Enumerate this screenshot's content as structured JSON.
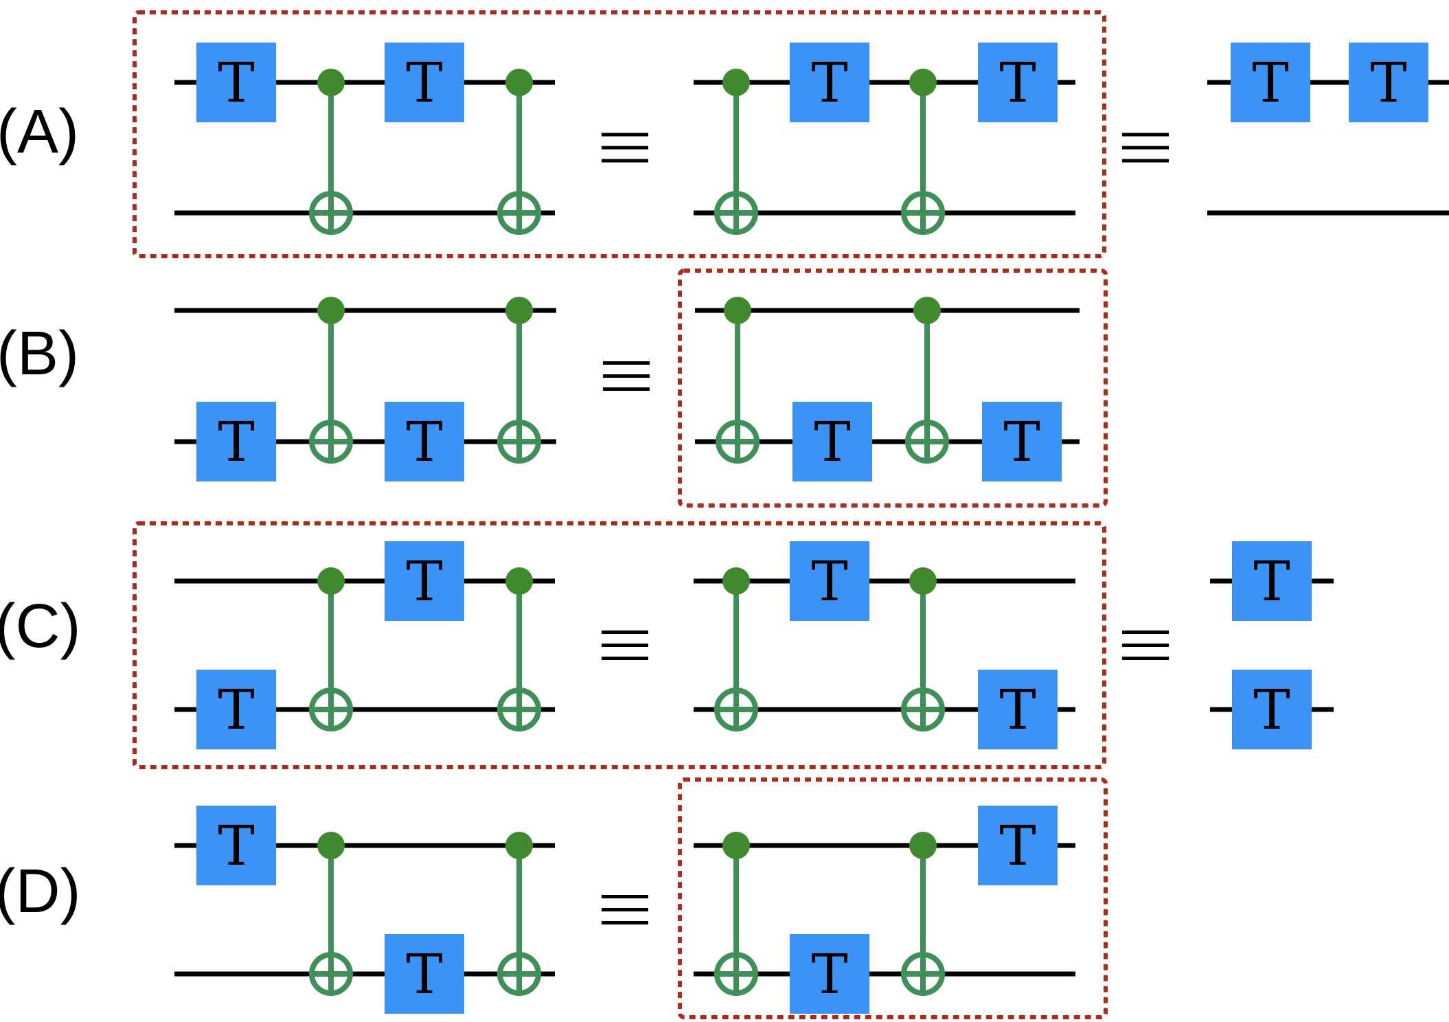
{
  "figure": {
    "wire_color": "#000000",
    "gate_color": "#3b93f5",
    "cnot_color": "#3f9058",
    "control_color": "#3f8a2e",
    "box_color": "#b02a1c",
    "gate_symbol": "T",
    "equiv_symbol": "≡",
    "rows": [
      {
        "label": "(A)",
        "circuits": [
          {
            "ops": [
              {
                "type": "gate",
                "label": "T",
                "wire": 0
              },
              {
                "type": "cnot",
                "control": 0,
                "target": 1
              },
              {
                "type": "gate",
                "label": "T",
                "wire": 0
              },
              {
                "type": "cnot",
                "control": 0,
                "target": 1
              }
            ]
          },
          {
            "ops": [
              {
                "type": "cnot",
                "control": 0,
                "target": 1
              },
              {
                "type": "gate",
                "label": "T",
                "wire": 0
              },
              {
                "type": "cnot",
                "control": 0,
                "target": 1
              },
              {
                "type": "gate",
                "label": "T",
                "wire": 0
              }
            ]
          },
          {
            "ops": [
              {
                "type": "gate",
                "label": "T",
                "wire": 0
              },
              {
                "type": "gate",
                "label": "T",
                "wire": 0
              }
            ]
          }
        ],
        "highlight": "circuits 1-2"
      },
      {
        "label": "(B)",
        "circuits": [
          {
            "ops": [
              {
                "type": "gate",
                "label": "T",
                "wire": 1
              },
              {
                "type": "cnot",
                "control": 0,
                "target": 1
              },
              {
                "type": "gate",
                "label": "T",
                "wire": 1
              },
              {
                "type": "cnot",
                "control": 0,
                "target": 1
              }
            ]
          },
          {
            "ops": [
              {
                "type": "cnot",
                "control": 0,
                "target": 1
              },
              {
                "type": "gate",
                "label": "T",
                "wire": 1
              },
              {
                "type": "cnot",
                "control": 0,
                "target": 1
              },
              {
                "type": "gate",
                "label": "T",
                "wire": 1
              }
            ]
          }
        ],
        "highlight": "circuit 2"
      },
      {
        "label": "(C)",
        "circuits": [
          {
            "ops": [
              {
                "type": "gate",
                "label": "T",
                "wire": 1
              },
              {
                "type": "cnot",
                "control": 0,
                "target": 1
              },
              {
                "type": "gate",
                "label": "T",
                "wire": 0
              },
              {
                "type": "cnot",
                "control": 0,
                "target": 1
              }
            ]
          },
          {
            "ops": [
              {
                "type": "cnot",
                "control": 0,
                "target": 1
              },
              {
                "type": "gate",
                "label": "T",
                "wire": 0
              },
              {
                "type": "cnot",
                "control": 0,
                "target": 1
              },
              {
                "type": "gate",
                "label": "T",
                "wire": 1
              }
            ]
          },
          {
            "ops": [
              {
                "type": "gate",
                "label": "T",
                "wire": 0
              },
              {
                "type": "gate",
                "label": "T",
                "wire": 1
              }
            ]
          }
        ],
        "highlight": "circuits 1-2"
      },
      {
        "label": "(D)",
        "circuits": [
          {
            "ops": [
              {
                "type": "gate",
                "label": "T",
                "wire": 0
              },
              {
                "type": "cnot",
                "control": 0,
                "target": 1
              },
              {
                "type": "gate",
                "label": "T",
                "wire": 1
              },
              {
                "type": "cnot",
                "control": 0,
                "target": 1
              }
            ]
          },
          {
            "ops": [
              {
                "type": "cnot",
                "control": 0,
                "target": 1
              },
              {
                "type": "gate",
                "label": "T",
                "wire": 1
              },
              {
                "type": "cnot",
                "control": 0,
                "target": 1
              },
              {
                "type": "gate",
                "label": "T",
                "wire": 0
              }
            ]
          }
        ],
        "highlight": "circuit 2"
      }
    ]
  }
}
